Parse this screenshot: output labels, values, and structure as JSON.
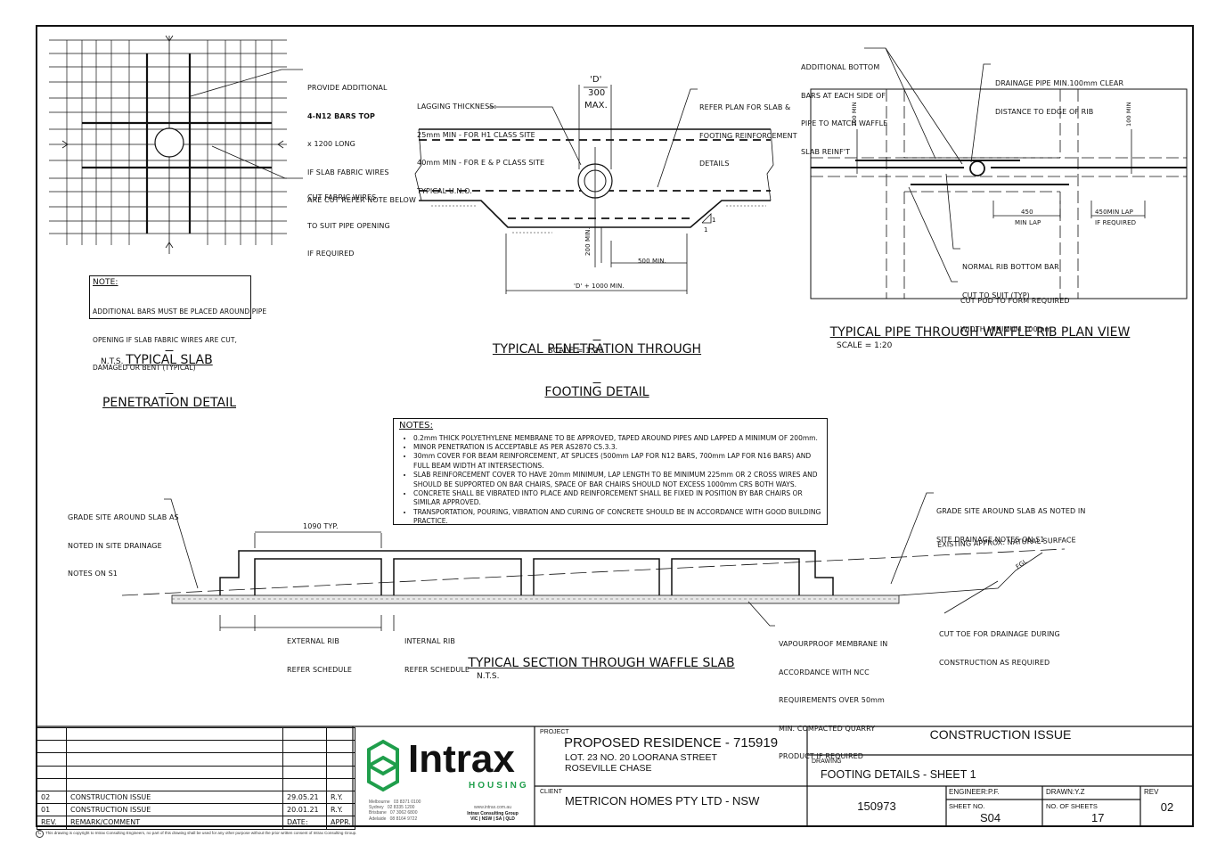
{
  "slab_detail": {
    "callout_bars": [
      "PROVIDE ADDITIONAL",
      "4-N12 BARS TOP",
      "x 1200 LONG",
      "IF SLAB FABRIC WIRES",
      "ARE CUT REFER NOTE BELOW"
    ],
    "callout_fabric": [
      "CUT FABRIC WIRES",
      "TO SUIT PIPE OPENING",
      "IF REQUIRED"
    ],
    "note_heading": "NOTE:",
    "note_lines": [
      "ADDITIONAL BARS MUST BE PLACED AROUND PIPE",
      "OPENING IF SLAB FABRIC WIRES ARE CUT,",
      "DAMAGED OR BENT (TYPICAL)"
    ],
    "title_line1": "TYPICAL SLAB",
    "title_line2": "PENETRATION DETAIL",
    "scale": "N.T.S."
  },
  "footing_detail": {
    "lagging": [
      "LAGGING THICKNESS:",
      "25mm MIN - FOR H1 CLASS SITE",
      "40mm MIN - FOR E & P CLASS SITE",
      "TYPICAL U.N.O."
    ],
    "d_label": "'D'",
    "d_value": "300",
    "d_max": "MAX.",
    "refer": [
      "REFER PLAN FOR SLAB &",
      "FOOTING REINFORCEMENT",
      "DETAILS"
    ],
    "dim_200": "200 MIN.",
    "dim_500": "500 MIN.",
    "dim_d1000": "'D' + 1000 MIN.",
    "slope_1a": "1",
    "slope_1b": "1",
    "title_line1": "TYPICAL PENETRATION THROUGH",
    "title_line2": "FOOTING DETAIL",
    "scale": "SCALE = 1:20"
  },
  "rib_plan": {
    "additional": [
      "ADDITIONAL BOTTOM",
      "BARS AT EACH SIDE OF",
      "PIPE TO MATCH WAFFLE",
      "SLAB REINF'T"
    ],
    "drainage": [
      "DRAINAGE PIPE MIN.100mm CLEAR",
      "DISTANCE TO EDGE OF RIB"
    ],
    "dim_100_left": "100 MIN",
    "dim_100_right": "100 MIN",
    "dim_450": "450",
    "dim_450_sub": "MIN LAP",
    "dim_450lap": "450MIN LAP",
    "dim_450lap_sub": "IF REQUIRED",
    "normal_rib": [
      "NORMAL RIB BOTTOM BAR",
      "CUT TO SUIT (TYP)"
    ],
    "cut_pod": [
      "CUT POD TO FORM REQUIRED",
      "WIDTH MINIMUM 100mm"
    ],
    "title": "TYPICAL PIPE THROUGH WAFFLE RIB PLAN VIEW",
    "scale": "SCALE = 1:20"
  },
  "notes": {
    "heading": "NOTES:",
    "items": [
      "0.2mm THICK POLYETHYLENE MEMBRANE TO BE APPROVED, TAPED AROUND PIPES AND LAPPED A MINIMUM OF 200mm.",
      "MINOR PENETRATION IS ACCEPTABLE AS PER AS2870 C5.3.3.",
      "30mm COVER FOR BEAM REINFORCEMENT, AT SPLICES (500mm LAP FOR N12 BARS, 700mm LAP FOR N16 BARS) AND FULL BEAM WIDTH AT INTERSECTIONS.",
      "SLAB REINFORCEMENT COVER TO HAVE 20mm MINIMUM, LAP LENGTH TO BE MINIMUM 225mm OR 2 CROSS WIRES AND SHOULD BE SUPPORTED ON BAR CHAIRS, SPACE OF BAR CHAIRS SHOULD NOT EXCESS 1000mm CRS BOTH WAYS.",
      "CONCRETE SHALL BE VIBRATED INTO PLACE AND REINFORCEMENT SHALL BE FIXED IN POSITION BY BAR CHAIRS OR SIMILAR APPROVED.",
      "TRANSPORTATION, POURING, VIBRATION AND CURING OF CONCRETE SHOULD BE IN ACCORDANCE WITH GOOD BUILDING PRACTICE."
    ]
  },
  "waffle_section": {
    "grade_left": [
      "GRADE SITE AROUND SLAB AS",
      "NOTED IN SITE DRAINAGE",
      "NOTES ON S1"
    ],
    "grade_right": [
      "GRADE SITE AROUND SLAB AS NOTED IN",
      "SITE DRAINAGE NOTES ON S1"
    ],
    "existing": "EXISTING APPROX. NATURAL SURFACE",
    "fgl": "FGL",
    "dim_1090": "1090 TYP.",
    "external_rib": [
      "EXTERNAL RIB",
      "REFER SCHEDULE"
    ],
    "internal_rib": [
      "INTERNAL RIB",
      "REFER SCHEDULE"
    ],
    "vapour": [
      "VAPOURPROOF MEMBRANE IN",
      "ACCORDANCE WITH NCC",
      "REQUIREMENTS OVER 50mm",
      "MIN. COMPACTED QUARRY",
      "PRODUCT IF REQUIRED"
    ],
    "cut_toe": [
      "CUT TOE FOR DRAINAGE DURING",
      "CONSTRUCTION AS REQUIRED"
    ],
    "title": "TYPICAL SECTION THROUGH WAFFLE SLAB",
    "scale": "N.T.S."
  },
  "title_block": {
    "revisions": [
      {
        "rev": "02",
        "remark": "CONSTRUCTION ISSUE",
        "date": "29.05.21",
        "appr": "R.Y."
      },
      {
        "rev": "01",
        "remark": "CONSTRUCTION ISSUE",
        "date": "20.01.21",
        "appr": "R.Y."
      }
    ],
    "rev_header": {
      "rev": "REV.",
      "remark": "REMARK/COMMENT",
      "date": "DATE:",
      "appr": "APPR."
    },
    "logo_name": "Intrax",
    "logo_sub": "HOUSING",
    "offices": [
      {
        "city": "Melbourne",
        "phone": "03 8371 0100"
      },
      {
        "city": "Sydney",
        "phone": "02 8335 1200"
      },
      {
        "city": "Brisbane",
        "phone": "07 3062 6800"
      },
      {
        "city": "Adelaide",
        "phone": "08 8164 9722"
      }
    ],
    "website": "www.intrax.com.au",
    "group": "Intrax Consulting Group",
    "states": "VIC | NSW | SA | QLD",
    "project_label": "PROJECT",
    "project_name": "PROPOSED RESIDENCE - 715919",
    "project_addr1": "LOT. 23 NO. 20 LOORANA STREET",
    "project_addr2": "ROSEVILLE CHASE",
    "client_label": "CLIENT",
    "client_name": "METRICON HOMES PTY LTD - NSW",
    "status": "CONSTRUCTION ISSUE",
    "drawing_label": "DRAWING",
    "drawing_name": "FOOTING DETAILS - SHEET 1",
    "job_no": "150973",
    "engineer": "ENGINEER:P.F.",
    "drawn": "DRAWN:Y.Z",
    "rev_label": "REV",
    "rev_value": "02",
    "sheet_label": "SHEET NO.",
    "sheet_value": "S04",
    "nsheets_label": "NO. OF SHEETS",
    "nsheets_value": "17",
    "copyright": "This drawing is copyright to Intrax Consulting Engineers, no part of this drawing shall be used for any other purpose without the prior written consent of Intrax Consulting Group."
  }
}
